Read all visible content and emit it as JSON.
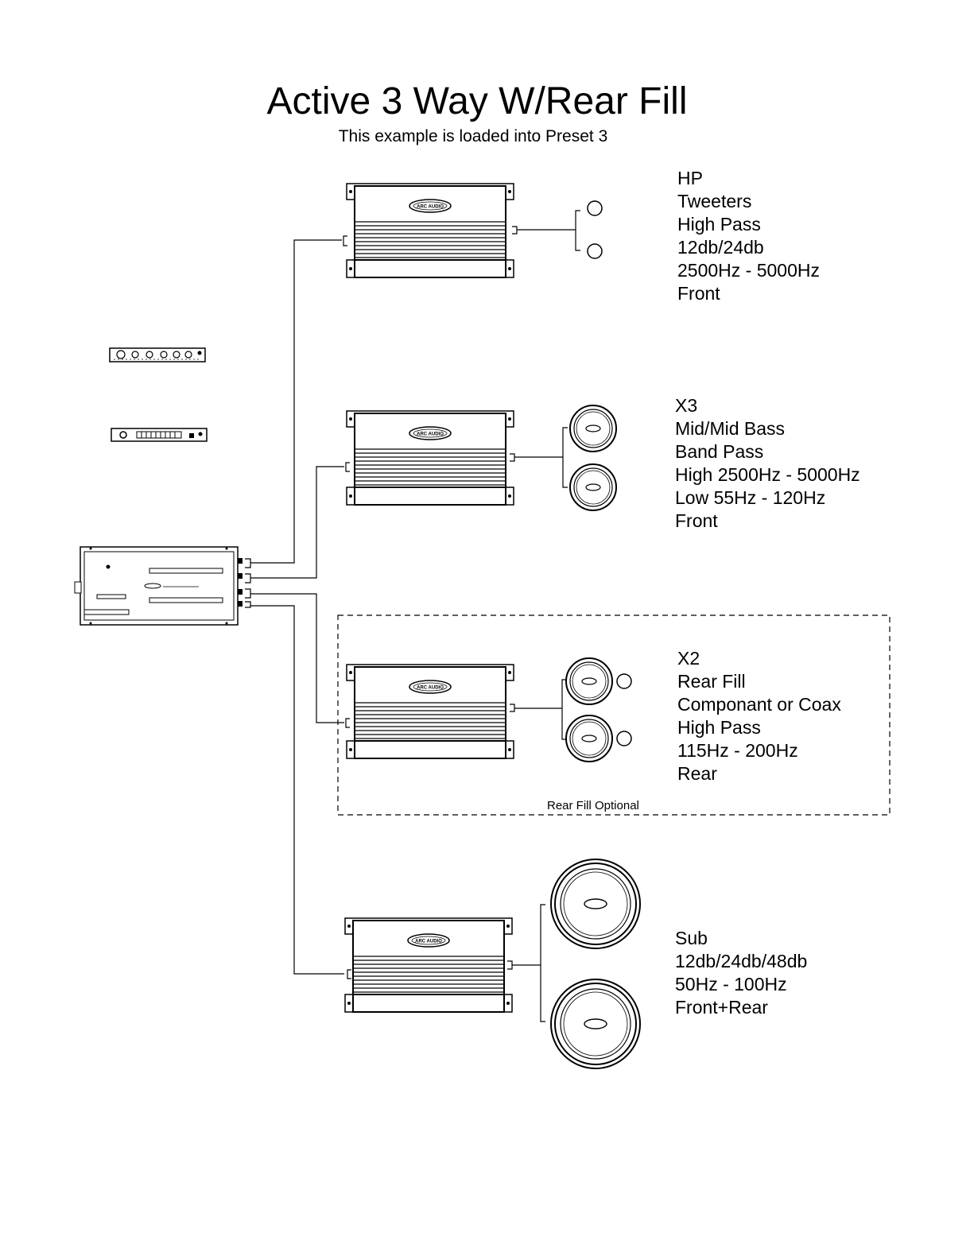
{
  "title": "Active 3 Way W/Rear Fill",
  "subtitle": "This example is loaded into Preset 3",
  "brand_badge": "ARC AUDIO",
  "channels": {
    "hp": [
      "HP",
      "Tweeters",
      "High Pass",
      "12db/24db",
      "2500Hz - 5000Hz",
      "Front"
    ],
    "x3": [
      "X3",
      "Mid/Mid Bass",
      "Band Pass",
      "High 2500Hz - 5000Hz",
      "Low 55Hz - 120Hz",
      "Front"
    ],
    "x2": [
      "X2",
      "Rear Fill",
      "Componant or Coax",
      "High Pass",
      "115Hz - 200Hz",
      "Rear"
    ],
    "sub": [
      "Sub",
      "12db/24db/48db",
      "50Hz - 100Hz",
      "Front+Rear"
    ]
  },
  "rear_fill_note": "Rear Fill Optional",
  "colors": {
    "line": "#000000",
    "background": "#ffffff"
  }
}
